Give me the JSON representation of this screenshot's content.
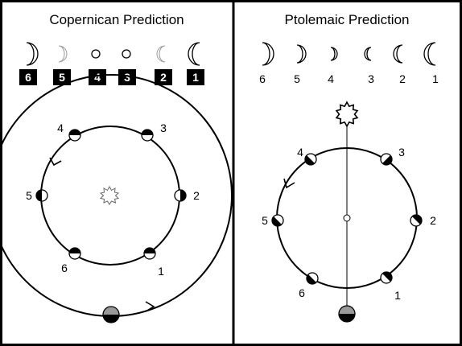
{
  "copernican": {
    "title": "Copernican Prediction",
    "phase_numbers": [
      "6",
      "5",
      "4",
      "3",
      "2",
      "1"
    ],
    "orbit_labels": [
      "1",
      "2",
      "3",
      "4",
      "5",
      "6"
    ],
    "phase_shapes": [
      "thick-crescent-right",
      "thin-crescent-right",
      "full-circle",
      "full-circle",
      "thin-crescent-left",
      "thick-crescent-left"
    ]
  },
  "ptolemaic": {
    "title": "Ptolemaic Prediction",
    "phase_numbers": [
      "6",
      "5",
      "4",
      "3",
      "2",
      "1"
    ],
    "orbit_labels": [
      "1",
      "2",
      "3",
      "4",
      "5",
      "6"
    ],
    "phase_shapes": [
      "crescent-right",
      "crescent-right",
      "crescent-right",
      "crescent-left",
      "crescent-left",
      "crescent-left"
    ]
  },
  "colors": {
    "line": "#000000",
    "background": "#ffffff",
    "sun_fill": "#ffffff",
    "earth_top": "#999999",
    "earth_bottom": "#000000"
  },
  "icons": [
    "sun-icon",
    "earth-icon",
    "venus-phase-icon",
    "direction-arrow-icon"
  ]
}
